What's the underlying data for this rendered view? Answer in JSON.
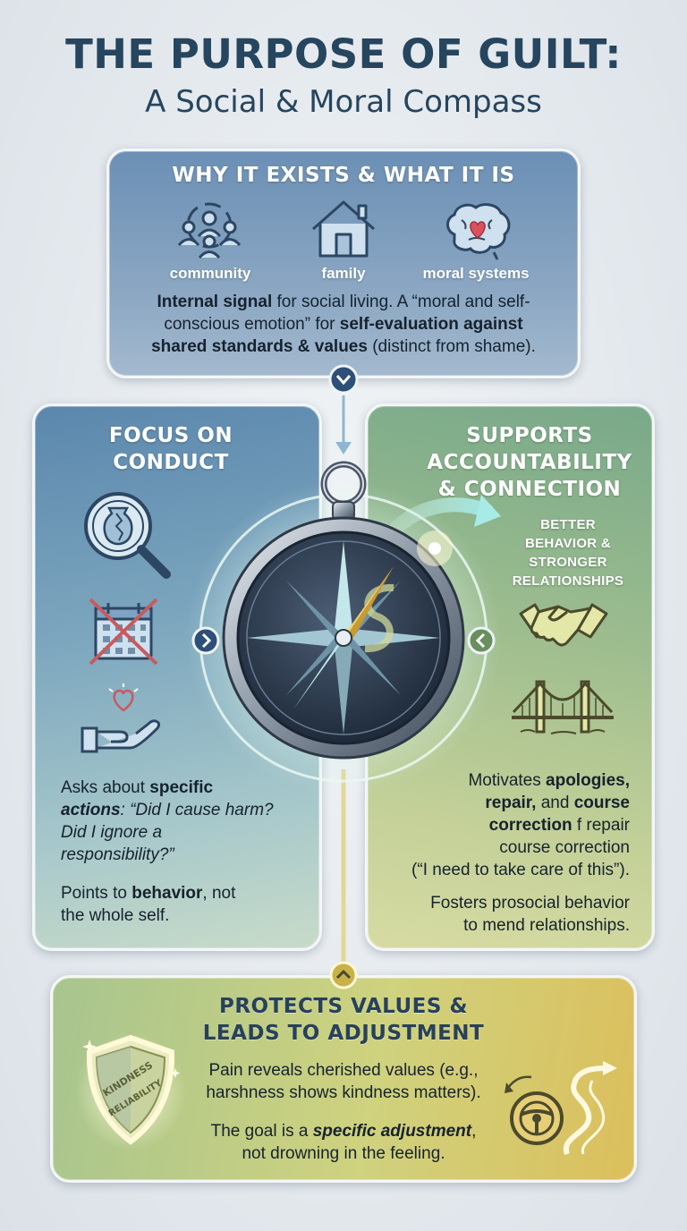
{
  "title": {
    "main": "THE PURPOSE OF GUILT:",
    "subtitle": "A Social & Moral Compass"
  },
  "why_panel": {
    "heading": "WHY IT EXISTS & WHAT IT IS",
    "icons": [
      {
        "label": "community",
        "icon": "community-icon"
      },
      {
        "label": "family",
        "icon": "house-icon"
      },
      {
        "label": "moral systems",
        "icon": "brain-heart-icon"
      }
    ],
    "text": {
      "l1_b": "Internal signal",
      "l1_r": " for social living. A “moral and self-",
      "l2": "conscious emotion” for ",
      "l2_b": "self-evaluation against",
      "l3_b": "shared standards & values",
      "l3_r": " (distinct from shame)."
    }
  },
  "conduct_panel": {
    "heading_l1": "FOCUS ON",
    "heading_l2": "CONDUCT",
    "icons": [
      "magnifier-broken-vase-icon",
      "crossed-calendar-icon",
      "hand-heart-icon"
    ],
    "text1": {
      "p1": "Asks about ",
      "b1": "specific",
      "b2": "actions",
      "p2": ": “Did I cause harm?",
      "p3": " Did I ignore a",
      "p4": "responsibility?”"
    },
    "text2": {
      "p1": "Points to ",
      "b1": "behavior",
      "p2": ", not",
      "p3": "the whole self."
    }
  },
  "accountability_panel": {
    "heading_l1": "SUPPORTS",
    "heading_l2": "ACCOUNTABILITY",
    "heading_l3": "& CONNECTION",
    "sub_l1": "BETTER",
    "sub_l2": "BEHAVIOR &",
    "sub_l3": "STRONGER",
    "sub_l4": "RELATIONSHIPS",
    "icons": [
      "handshake-icon",
      "bridge-icon"
    ],
    "text1": {
      "p1": "Motivates ",
      "b1": "apologies,",
      "b2": "repair,",
      "p2": " and ",
      "b3": "course",
      "b4": "correction",
      "p3": " f repair",
      "p4": "course correction",
      "p5": "(“I need to take care of this”)."
    },
    "text2": {
      "l1": "Fosters prosocial behavior",
      "l2": "to mend relationships."
    }
  },
  "values_panel": {
    "heading_l1": "PROTECTS VALUES &",
    "heading_l2": "LEADS TO ADJUSTMENT",
    "shield_word1": "KINDNESS",
    "shield_word2": "RELIABILITY",
    "icons": [
      "shield-icon",
      "steering-wheel-road-icon"
    ],
    "text1": {
      "l1": "Pain reveals cherished values (e.g.,",
      "l2": "harshness shows kindness matters)."
    },
    "text2": {
      "p1": "The goal is a ",
      "b1": "specific adjustment",
      "p2": ",",
      "l2": "not drowning in the feeling."
    }
  },
  "compass": {
    "icon": "compass-icon"
  }
}
